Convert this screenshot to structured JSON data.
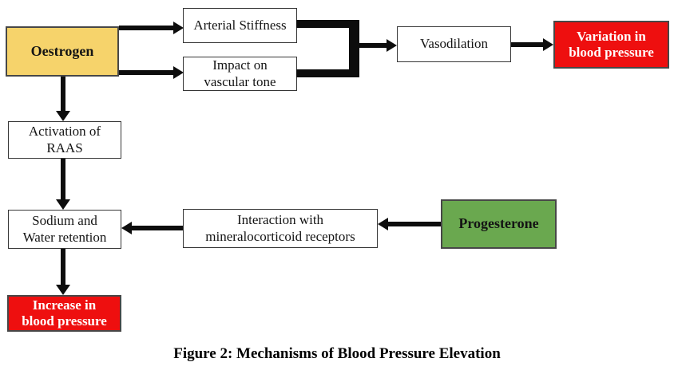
{
  "diagram": {
    "nodes": {
      "oestrogen": {
        "label": "Oestrogen",
        "fill": "#F6D36B"
      },
      "arterial": {
        "label": "Arterial Stiffness",
        "fill": "#FFFFFF"
      },
      "impact": {
        "label": "Impact on\nvascular tone",
        "fill": "#FFFFFF"
      },
      "vasodilation": {
        "label": "Vasodilation",
        "fill": "#FFFFFF"
      },
      "variation": {
        "label": "Variation in\nblood pressure",
        "fill": "#EE0F0F"
      },
      "raas": {
        "label": "Activation of\nRAAS",
        "fill": "#FFFFFF"
      },
      "sodium": {
        "label": "Sodium and\nWater retention",
        "fill": "#FFFFFF"
      },
      "interaction": {
        "label": "Interaction with\nmineralocorticoid receptors",
        "fill": "#FFFFFF"
      },
      "progesterone": {
        "label": "Progesterone",
        "fill": "#6AA84F"
      },
      "increase": {
        "label": "Increase in\nblood pressure",
        "fill": "#EE0F0F"
      }
    },
    "edges": [
      {
        "from": "oestrogen",
        "to": "arterial"
      },
      {
        "from": "oestrogen",
        "to": "impact"
      },
      {
        "from": "arterial",
        "to": "vasodilation",
        "style": "thick-merge"
      },
      {
        "from": "impact",
        "to": "vasodilation",
        "style": "thick-merge"
      },
      {
        "from": "vasodilation",
        "to": "variation"
      },
      {
        "from": "oestrogen",
        "to": "raas"
      },
      {
        "from": "raas",
        "to": "sodium"
      },
      {
        "from": "interaction",
        "to": "sodium"
      },
      {
        "from": "progesterone",
        "to": "interaction"
      },
      {
        "from": "sodium",
        "to": "increase"
      }
    ],
    "caption": "Figure 2: Mechanisms of Blood Pressure Elevation",
    "colors": {
      "yellow": "#F6D36B",
      "green": "#6AA84F",
      "red": "#EE0F0F",
      "white": "#FFFFFF",
      "arrow": "#0D0D0D"
    }
  }
}
